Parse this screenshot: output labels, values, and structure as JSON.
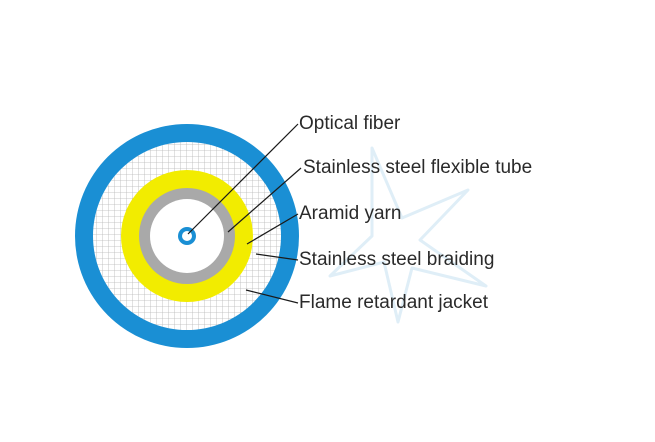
{
  "layers": [
    {
      "label": "Optical fiber"
    },
    {
      "label": "Stainless steel flexible tube"
    },
    {
      "label": "Aramid yarn"
    },
    {
      "label": "Stainless steel braiding"
    },
    {
      "label": "Flame retardant jacket"
    }
  ],
  "colors": {
    "jacket": "#1a8fd4",
    "braiding_fill": "#ffffff",
    "braiding_grid": "#b8b8b8",
    "aramid": "#f2ec00",
    "steel_tube": "#a9a9a9",
    "inner_fill": "#ffffff",
    "fiber_ring": "#1a8fd4",
    "fiber_core": "#ffffff",
    "leader_line": "#1a1a1a",
    "label_text": "#2a2a2a",
    "watermark": "#dcecf6"
  }
}
